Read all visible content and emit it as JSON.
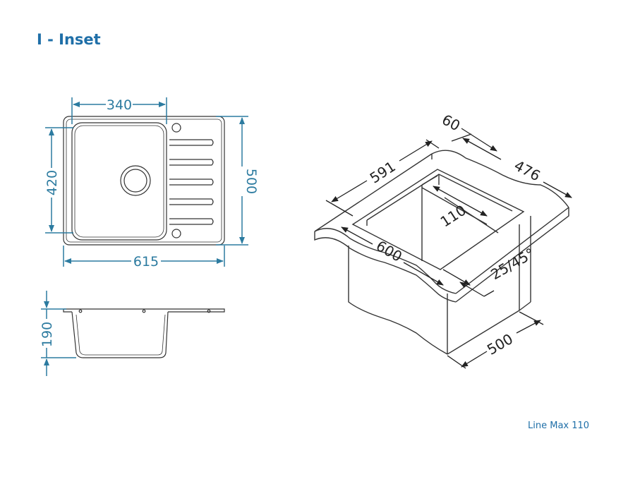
{
  "title": "I - Inset",
  "footer": "Line Max 110",
  "colors": {
    "accent": "#1f6fa8",
    "dimension": "#2c7ba0",
    "outline": "#333333"
  },
  "top_view": {
    "dim_bowl_width": "340",
    "dim_bowl_depth": "420",
    "dim_total_depth": "500",
    "dim_total_width": "615"
  },
  "side_view": {
    "dim_height": "190"
  },
  "iso_view": {
    "dim_591": "591",
    "dim_60": "60",
    "dim_476": "476",
    "dim_110": "110",
    "dim_600": "600",
    "dim_angle": "25/45°",
    "dim_500": "500"
  }
}
